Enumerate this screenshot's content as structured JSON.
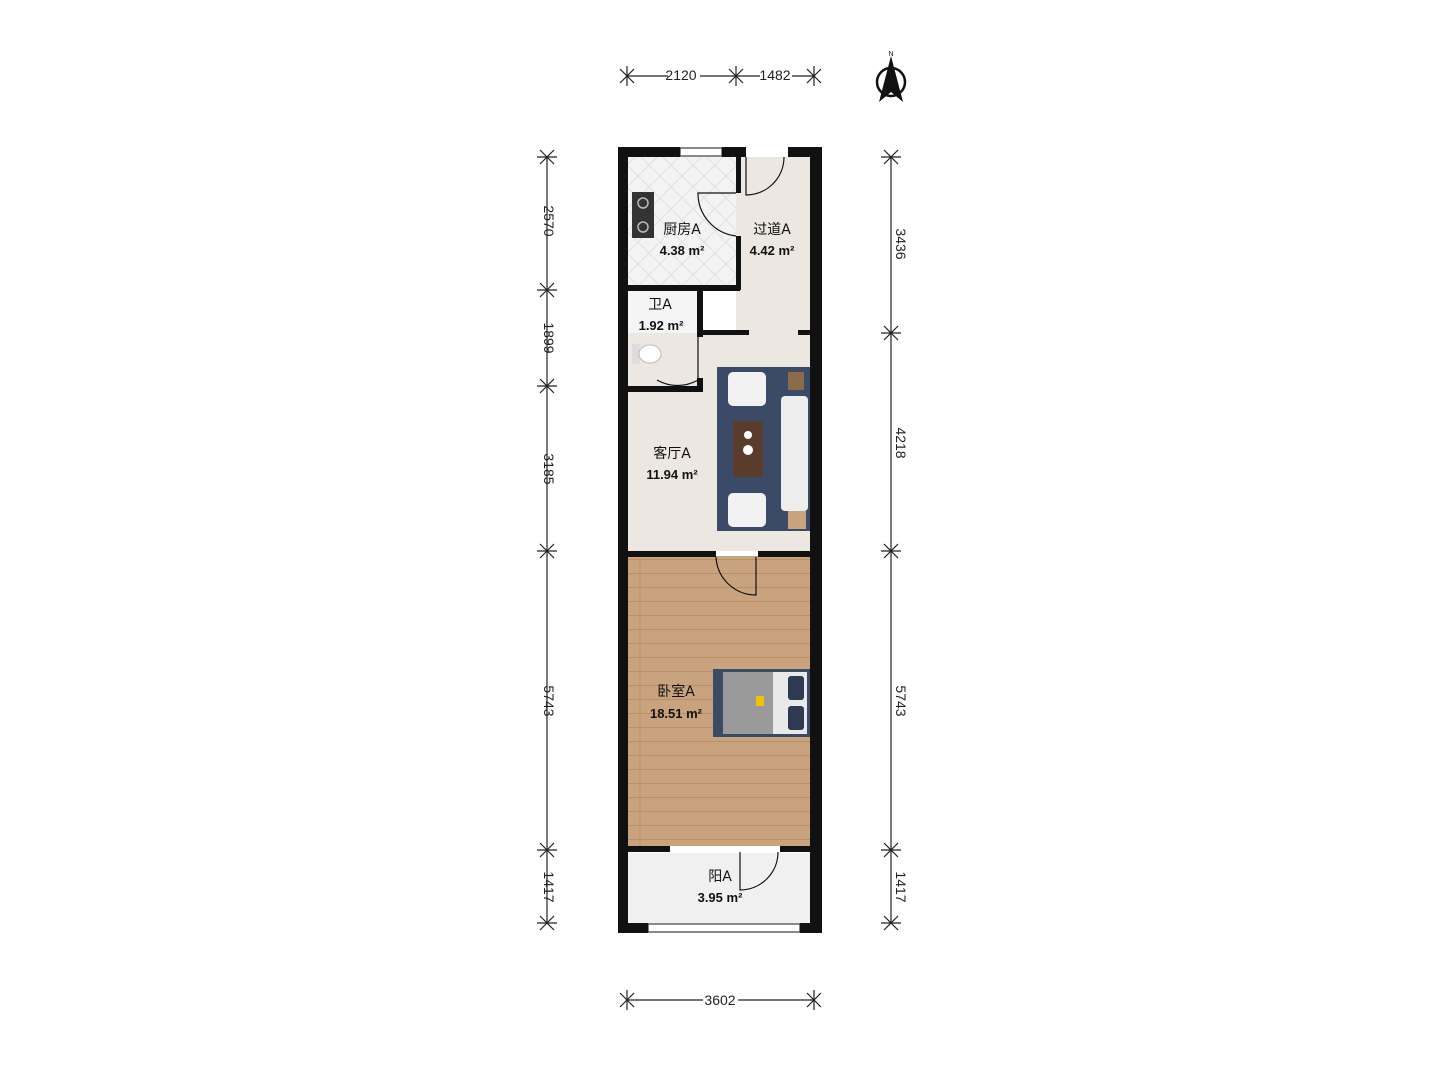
{
  "compass": {
    "label": "N",
    "icon": "north-arrow-icon"
  },
  "dimensions": {
    "top": [
      "2120",
      "1482"
    ],
    "bottom": [
      "3602"
    ],
    "left": [
      "2570",
      "1899",
      "3185",
      "5743",
      "1417"
    ],
    "right": [
      "3436",
      "4218",
      "5743",
      "1417"
    ]
  },
  "rooms": {
    "kitchen": {
      "name": "厨房A",
      "area": "4.38 m²"
    },
    "hallway": {
      "name": "过道A",
      "area": "4.42 m²"
    },
    "bathroom": {
      "name": "卫A",
      "area": "1.92 m²"
    },
    "living": {
      "name": "客厅A",
      "area": "11.94 m²"
    },
    "bedroom": {
      "name": "卧室A",
      "area": "18.51 m²"
    },
    "balcony": {
      "name": "阳A",
      "area": "3.95 m²"
    }
  },
  "colors": {
    "wall": "#111111",
    "tile": "#f1f1f1",
    "floor_light": "#ece7e0",
    "wood": "#c8a27c",
    "rug": "#3b4a66",
    "dim_line": "#222222"
  }
}
